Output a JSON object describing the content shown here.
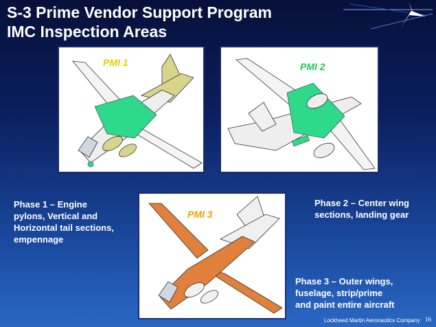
{
  "title": {
    "line1": "S-3 Prime Vendor Support Program",
    "line2": "IMC Inspection Areas"
  },
  "logo": {
    "icon": "lockheed-star-icon"
  },
  "panels": [
    {
      "label": "PMI 1",
      "label_color": "#e6cc00",
      "highlight_color": "#2fd98a",
      "secondary_color": "#d8d58a"
    },
    {
      "label": "PMI 2",
      "label_color": "#22c85a",
      "highlight_color": "#2fd98a"
    },
    {
      "label": "PMI 3",
      "label_color": "#f0a000",
      "highlight_color": "#e0803a"
    }
  ],
  "captions": {
    "phase1": [
      "Phase 1 – Engine",
      "pylons, Vertical and",
      "Horizontal tail sections,",
      "empennage"
    ],
    "phase2": [
      "Phase 2 – Center wing",
      "sections, landing gear"
    ],
    "phase3": [
      "Phase 3 – Outer wings,",
      "fuselage, strip/prime",
      "and paint entire aircraft"
    ]
  },
  "footer": {
    "company": "Lockheed Martin Aeronautics Company",
    "page_number": "16"
  }
}
